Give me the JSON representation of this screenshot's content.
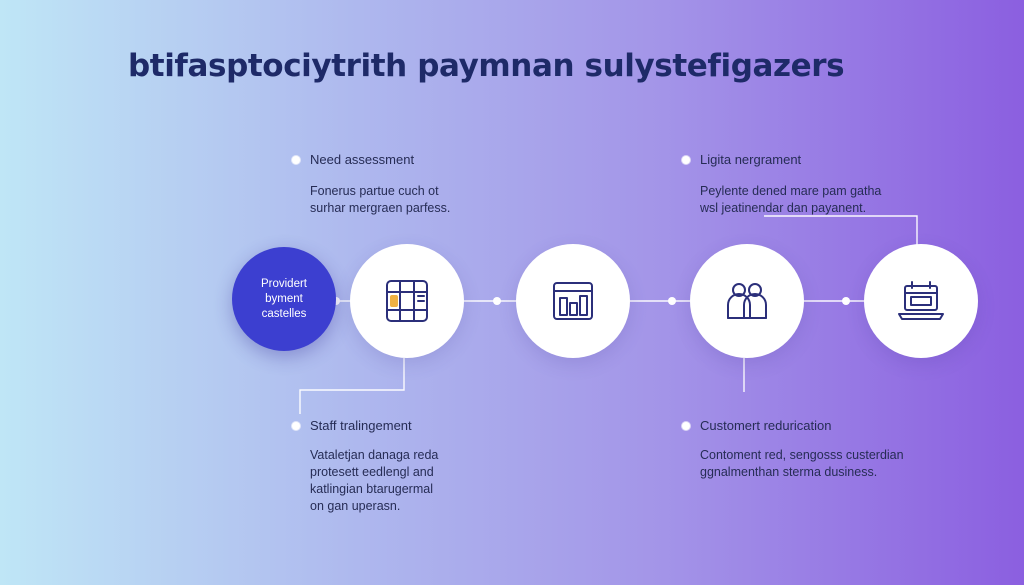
{
  "title": "btifasptociytrith paymnan sulystefigazers",
  "start_node": {
    "label": "Providert\nbyment\ncastelles"
  },
  "annotations": [
    {
      "title": "Need assessment",
      "desc": "Fonerus partue cuch ot\nsurhar mergraen parfess."
    },
    {
      "title": "Ligita nergrament",
      "desc": "Peylente dened mare pam gatha\nwsl jeatinendar dan payanent."
    },
    {
      "title": "Staff tralingement",
      "desc": "Vataletjan danaga reda\nprotesett eedlengl and\nkatlingian btarugermal\non gan uperasn."
    },
    {
      "title": "Customert redurication",
      "desc": "Contoment red, sengosss custerdian\nggnalmenthan sterma dusiness."
    }
  ],
  "steps": [
    {
      "icon": "payment-terminal-icon"
    },
    {
      "icon": "dashboard-chart-icon"
    },
    {
      "icon": "team-people-icon"
    },
    {
      "icon": "laptop-calendar-icon"
    }
  ],
  "colors": {
    "primary_node": "#3c3fd0",
    "title": "#1e2a68",
    "connector": "#ffffff"
  }
}
